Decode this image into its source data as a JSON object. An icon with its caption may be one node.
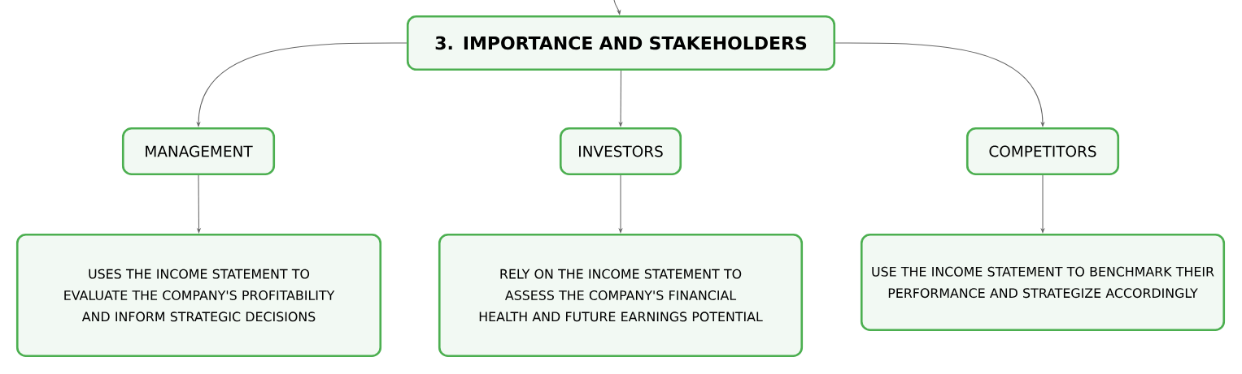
{
  "diagram": {
    "nodes": [
      {
        "text": [
          "3. IMPORTANCE AND STAKEHOLDERS"
        ]
      },
      {
        "text": [
          "MANAGEMENT"
        ]
      },
      {
        "text": [
          "INVESTORS"
        ]
      },
      {
        "text": [
          "COMPETITORS"
        ]
      },
      {
        "text": [
          "USES THE INCOME STATEMENT TO EVALUATE THE COMPANY'S PROFITABILITY AND INFORM STRATEGIC DECISIONS"
        ]
      },
      {
        "text": [
          "RELY ON THE INCOME STATEMENT TO ASSESS THE COMPANY'S FINANCIAL HEALTH AND FUTURE EARNINGS POTENTIAL"
        ]
      },
      {
        "text": [
          "USE THE INCOME STATEMENT TO BENCHMARK THEIR PERFORMANCE AND STRATEGIZE ACCORDINGLY"
        ]
      }
    ],
    "edges": [
      {
        "from": null,
        "to": 0,
        "arrow": "to"
      },
      {
        "from": 0,
        "to": 1,
        "arrow": "to"
      },
      {
        "from": 0,
        "to": 2,
        "arrow": "to"
      },
      {
        "from": 0,
        "to": 3,
        "arrow": "to"
      },
      {
        "from": 1,
        "to": 4,
        "arrow": "to"
      },
      {
        "from": 2,
        "to": 5,
        "arrow": "to"
      },
      {
        "from": 3,
        "to": 6,
        "arrow": "to"
      }
    ]
  }
}
